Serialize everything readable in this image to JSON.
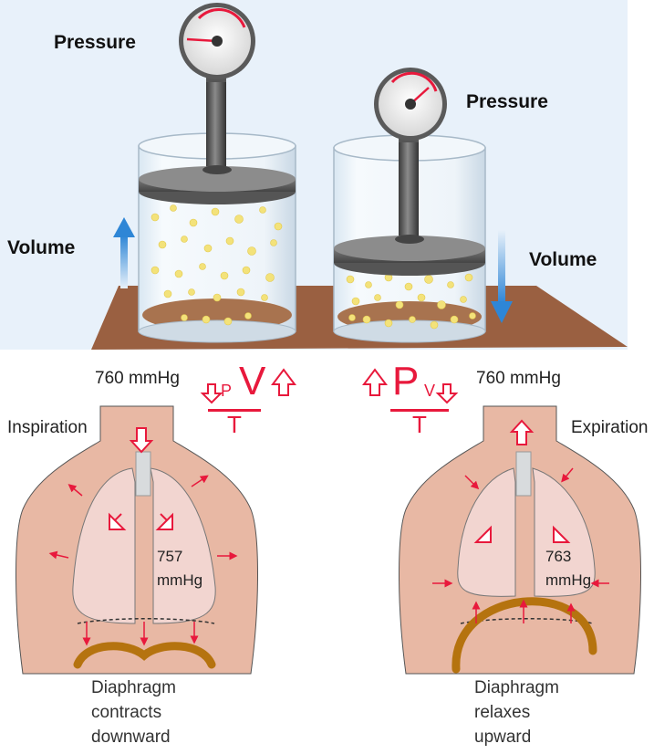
{
  "top_diagram": {
    "left_pressure_label": "Pressure",
    "right_pressure_label": "Pressure",
    "left_volume_label": "Volume",
    "right_volume_label": "Volume"
  },
  "inspiration": {
    "title": "Inspiration",
    "atmospheric_pressure": "760 mmHg",
    "lung_pressure_value": "757",
    "lung_pressure_unit": "mmHg",
    "diaphragm_caption": [
      "Diaphragm",
      "contracts",
      "downward"
    ]
  },
  "expiration": {
    "title": "Expiration",
    "atmospheric_pressure": "760 mmHg",
    "lung_pressure_value": "763",
    "lung_pressure_unit": "mmHg",
    "diaphragm_caption": [
      "Diaphragm",
      "relaxes",
      "upward"
    ]
  },
  "formula_inspiration": {
    "small_p": "P",
    "big_v": "V",
    "denominator": "T"
  },
  "formula_expiration": {
    "big_p": "P",
    "small_v": "V",
    "denominator": "T"
  },
  "colors": {
    "accent_red": "#e8193c",
    "skin": "#e8b8a4",
    "lung": "#f2d5d0",
    "diaphragm": "#b5730f",
    "table": "#9a6041",
    "arrow_blue": "#2e86d6"
  }
}
